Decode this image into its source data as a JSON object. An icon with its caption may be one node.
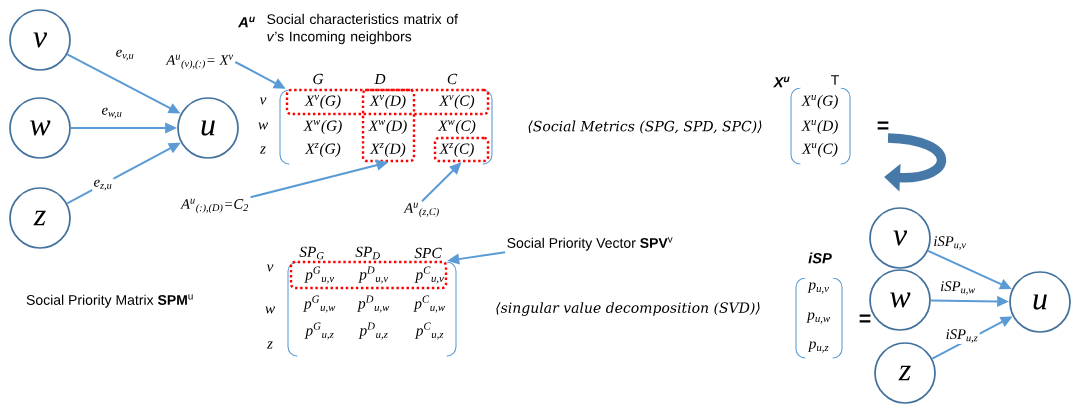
{
  "diagram": {
    "nodes": [
      {
        "text": [
          "v"
        ]
      },
      {
        "text": [
          "w"
        ]
      },
      {
        "text": [
          "z"
        ]
      },
      {
        "text": [
          "u"
        ]
      },
      {
        "text": [
          "A$^{u}$$_{(v),(:)}$= X$^{v}$"
        ]
      },
      {
        "text": [],
        "shape": "box"
      },
      {
        "text": [],
        "shape": "box"
      },
      {
        "text": [
          "A$^{u}$$_{(:),(D)}$=C$_{2}$"
        ]
      },
      {
        "text": [],
        "shape": "box"
      },
      {
        "text": [
          "A$^{u}$$_{(z,C)}$"
        ]
      },
      {
        "text": [
          "Social Priority Vector **SPV**$^{v}$"
        ]
      },
      {
        "text": [],
        "shape": "box"
      },
      {
        "text": [
          "v"
        ]
      },
      {
        "text": [
          "w"
        ]
      },
      {
        "text": [
          "z"
        ]
      },
      {
        "text": [
          "u"
        ]
      }
    ],
    "edges": [
      {
        "from": 0,
        "to": 3,
        "arrow": "to",
        "label": "e$_{v,u}$"
      },
      {
        "from": 1,
        "to": 3,
        "arrow": "to",
        "label": "e$_{w,u}$"
      },
      {
        "from": 2,
        "to": 3,
        "arrow": "to",
        "label": "e$_{z,u}$"
      },
      {
        "from": 4,
        "to": 5,
        "arrow": "to"
      },
      {
        "from": 7,
        "to": 6,
        "arrow": "to"
      },
      {
        "from": 9,
        "to": 8,
        "arrow": "to"
      },
      {
        "from": 10,
        "to": 11,
        "arrow": "to"
      },
      {
        "from": 12,
        "to": 15,
        "arrow": "to",
        "label": "iSP$_{u,v}$"
      },
      {
        "from": 13,
        "to": 15,
        "arrow": "to",
        "label": "iSP$_{u,w}$"
      },
      {
        "from": 14,
        "to": 15,
        "arrow": "to",
        "label": "iSP$_{u,z}$"
      }
    ],
    "labels": [
      "**A**$^{u}$",
      "Social characteristics matrix of *v*’s Incoming neighbors",
      "G",
      "D",
      "C",
      "v",
      "w",
      "z",
      "X$^{v}$(G)",
      "X$^{v}$(D)",
      "X$^{v}$(C)",
      "X$^{w}$(G)",
      "X$^{w}$(D)",
      "X$^{w}$(C)",
      "X$^{z}$(G)",
      "X$^{z}$(D)",
      "X$^{z}$(C)",
      "⟨Social Metrics (SPG, SPD, SPC)⟩",
      "**X**$^{u}$",
      "T",
      "X$^{u}$(G)",
      "X$^{u}$(D)",
      "X$^{u}$(C)",
      "=",
      "Social Priority Matrix **SPM**$^{u}$",
      "SP$_{G}$",
      "SP$_{D}$",
      "SPC",
      "v",
      "w",
      "z",
      "p$^{G}$$_{u,v}$",
      "p$^{D}$$_{u,v}$",
      "p$^{C}$$_{u,v}$",
      "p$^{G}$$_{u,w}$",
      "p$^{D}$$_{u,w}$",
      "p$^{C}$$_{u,w}$",
      "p$^{G}$$_{u,z}$",
      "p$^{D}$$_{u,z}$",
      "p$^{C}$$_{u,z}$",
      "⟨singular value decomposition (SVD)⟩",
      "**iSP**",
      "p$_{u,v}$",
      "p$_{u,w}$",
      "p$_{u,z}$",
      "="
    ]
  }
}
